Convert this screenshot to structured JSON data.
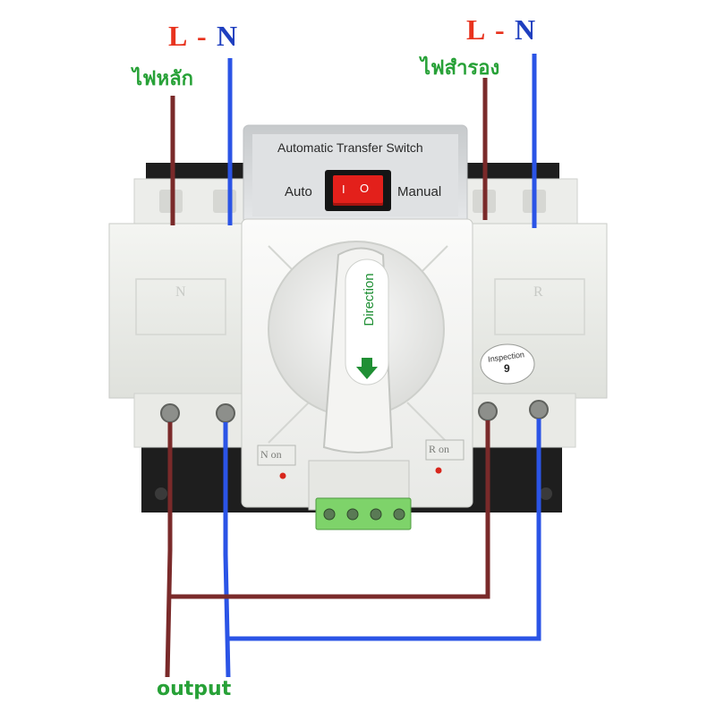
{
  "main_source": {
    "line_label": "L",
    "separator": "-",
    "neutral_label": "N",
    "caption": "ไฟหลัก"
  },
  "backup_source": {
    "line_label": "L",
    "separator": "-",
    "neutral_label": "N",
    "caption": "ไฟสำรอง"
  },
  "output_label": "output",
  "device": {
    "title": "Automatic Transfer Switch",
    "mode_left": "Auto",
    "mode_right": "Manual",
    "rocker_on": "I",
    "rocker_off": "O",
    "handle_text": "Direction",
    "left_module_letter": "N",
    "right_module_letter": "R",
    "left_indicator": "N on",
    "right_indicator": "R on",
    "inspection_text": "Inspection",
    "inspection_number": "9"
  },
  "colors": {
    "line_wire": "#7a2a2a",
    "neutral_wire": "#2b54e6",
    "line_label": "#e8331e",
    "neutral_label": "#1f3fbf",
    "caption": "#27a137",
    "rocker": "#e3201b",
    "terminal_block": "#7ed36a"
  }
}
